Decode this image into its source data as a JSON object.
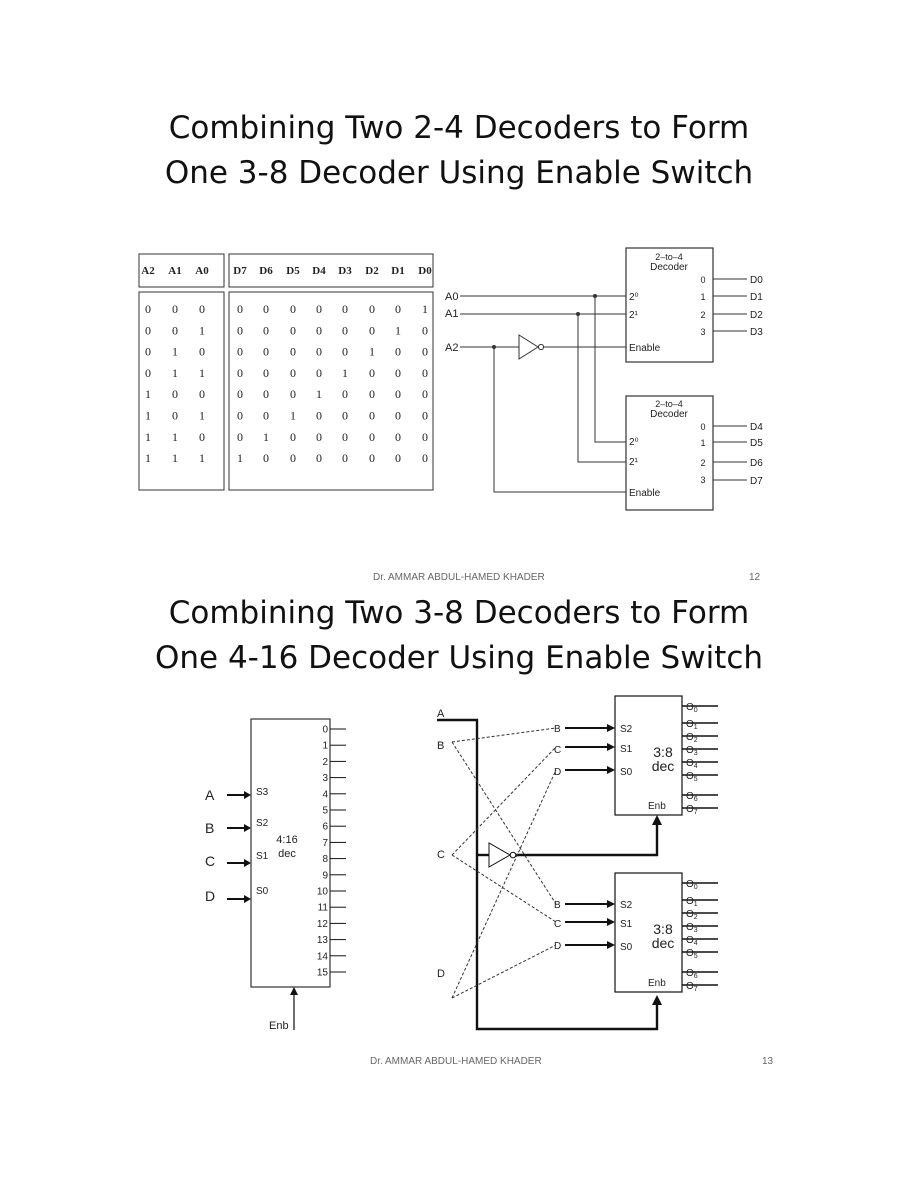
{
  "slide12": {
    "title_line1": "Combining Two 2-4 Decoders to Form",
    "title_line2": "One 3-8 Decoder Using Enable Switch",
    "footer_author": "Dr. AMMAR ABDUL-HAMED KHADER",
    "footer_page": "12",
    "truth_table": {
      "input_headers": [
        "A2",
        "A1",
        "A0"
      ],
      "output_headers": [
        "D7",
        "D6",
        "D5",
        "D4",
        "D3",
        "D2",
        "D1",
        "D0"
      ],
      "rows": [
        {
          "inputs": [
            "0",
            "0",
            "0"
          ],
          "outputs": [
            "0",
            "0",
            "0",
            "0",
            "0",
            "0",
            "0",
            "1"
          ]
        },
        {
          "inputs": [
            "0",
            "0",
            "1"
          ],
          "outputs": [
            "0",
            "0",
            "0",
            "0",
            "0",
            "0",
            "1",
            "0"
          ]
        },
        {
          "inputs": [
            "0",
            "1",
            "0"
          ],
          "outputs": [
            "0",
            "0",
            "0",
            "0",
            "0",
            "1",
            "0",
            "0"
          ]
        },
        {
          "inputs": [
            "0",
            "1",
            "1"
          ],
          "outputs": [
            "0",
            "0",
            "0",
            "0",
            "1",
            "0",
            "0",
            "0"
          ]
        },
        {
          "inputs": [
            "1",
            "0",
            "0"
          ],
          "outputs": [
            "0",
            "0",
            "0",
            "1",
            "0",
            "0",
            "0",
            "0"
          ]
        },
        {
          "inputs": [
            "1",
            "0",
            "1"
          ],
          "outputs": [
            "0",
            "0",
            "1",
            "0",
            "0",
            "0",
            "0",
            "0"
          ]
        },
        {
          "inputs": [
            "1",
            "1",
            "0"
          ],
          "outputs": [
            "0",
            "1",
            "0",
            "0",
            "0",
            "0",
            "0",
            "0"
          ]
        },
        {
          "inputs": [
            "1",
            "1",
            "1"
          ],
          "outputs": [
            "1",
            "0",
            "0",
            "0",
            "0",
            "0",
            "0",
            "0"
          ]
        }
      ]
    },
    "circuit": {
      "inputs": [
        "A0",
        "A1",
        "A2"
      ],
      "decoder_title_1": "2–to–4",
      "decoder_title_2": "Decoder",
      "select_labels": [
        "2⁰",
        "2¹"
      ],
      "enable_label": "Enable",
      "pin_numbers": [
        "0",
        "1",
        "2",
        "3"
      ],
      "top_outputs": [
        "D0",
        "D1",
        "D2",
        "D3"
      ],
      "bottom_outputs": [
        "D4",
        "D5",
        "D6",
        "D7"
      ]
    }
  },
  "slide13": {
    "title_line1": "Combining Two 3-8 Decoders to Form",
    "title_line2": "One 4-16 Decoder Using Enable Switch",
    "footer_author": "Dr. AMMAR ABDUL-HAMED KHADER",
    "footer_page": "13",
    "left_decoder": {
      "inputs": [
        "A",
        "B",
        "C",
        "D"
      ],
      "select_labels": [
        "S3",
        "S2",
        "S1",
        "S0"
      ],
      "label_line1": "4:16",
      "label_line2": "dec",
      "outputs": [
        "0",
        "1",
        "2",
        "3",
        "4",
        "5",
        "6",
        "7",
        "8",
        "9",
        "10",
        "11",
        "12",
        "13",
        "14",
        "15"
      ],
      "enable_label": "Enb"
    },
    "right_circuit": {
      "inputs": [
        "A",
        "B",
        "C",
        "D"
      ],
      "mux_inputs": [
        "B",
        "C",
        "D"
      ],
      "select_labels": [
        "S2",
        "S1",
        "S0"
      ],
      "label_line1": "3:8",
      "label_line2": "dec",
      "enable_label": "Enb",
      "outputs": [
        "O0",
        "O1",
        "O2",
        "O3",
        "O4",
        "O5",
        "O6",
        "O7"
      ]
    }
  }
}
